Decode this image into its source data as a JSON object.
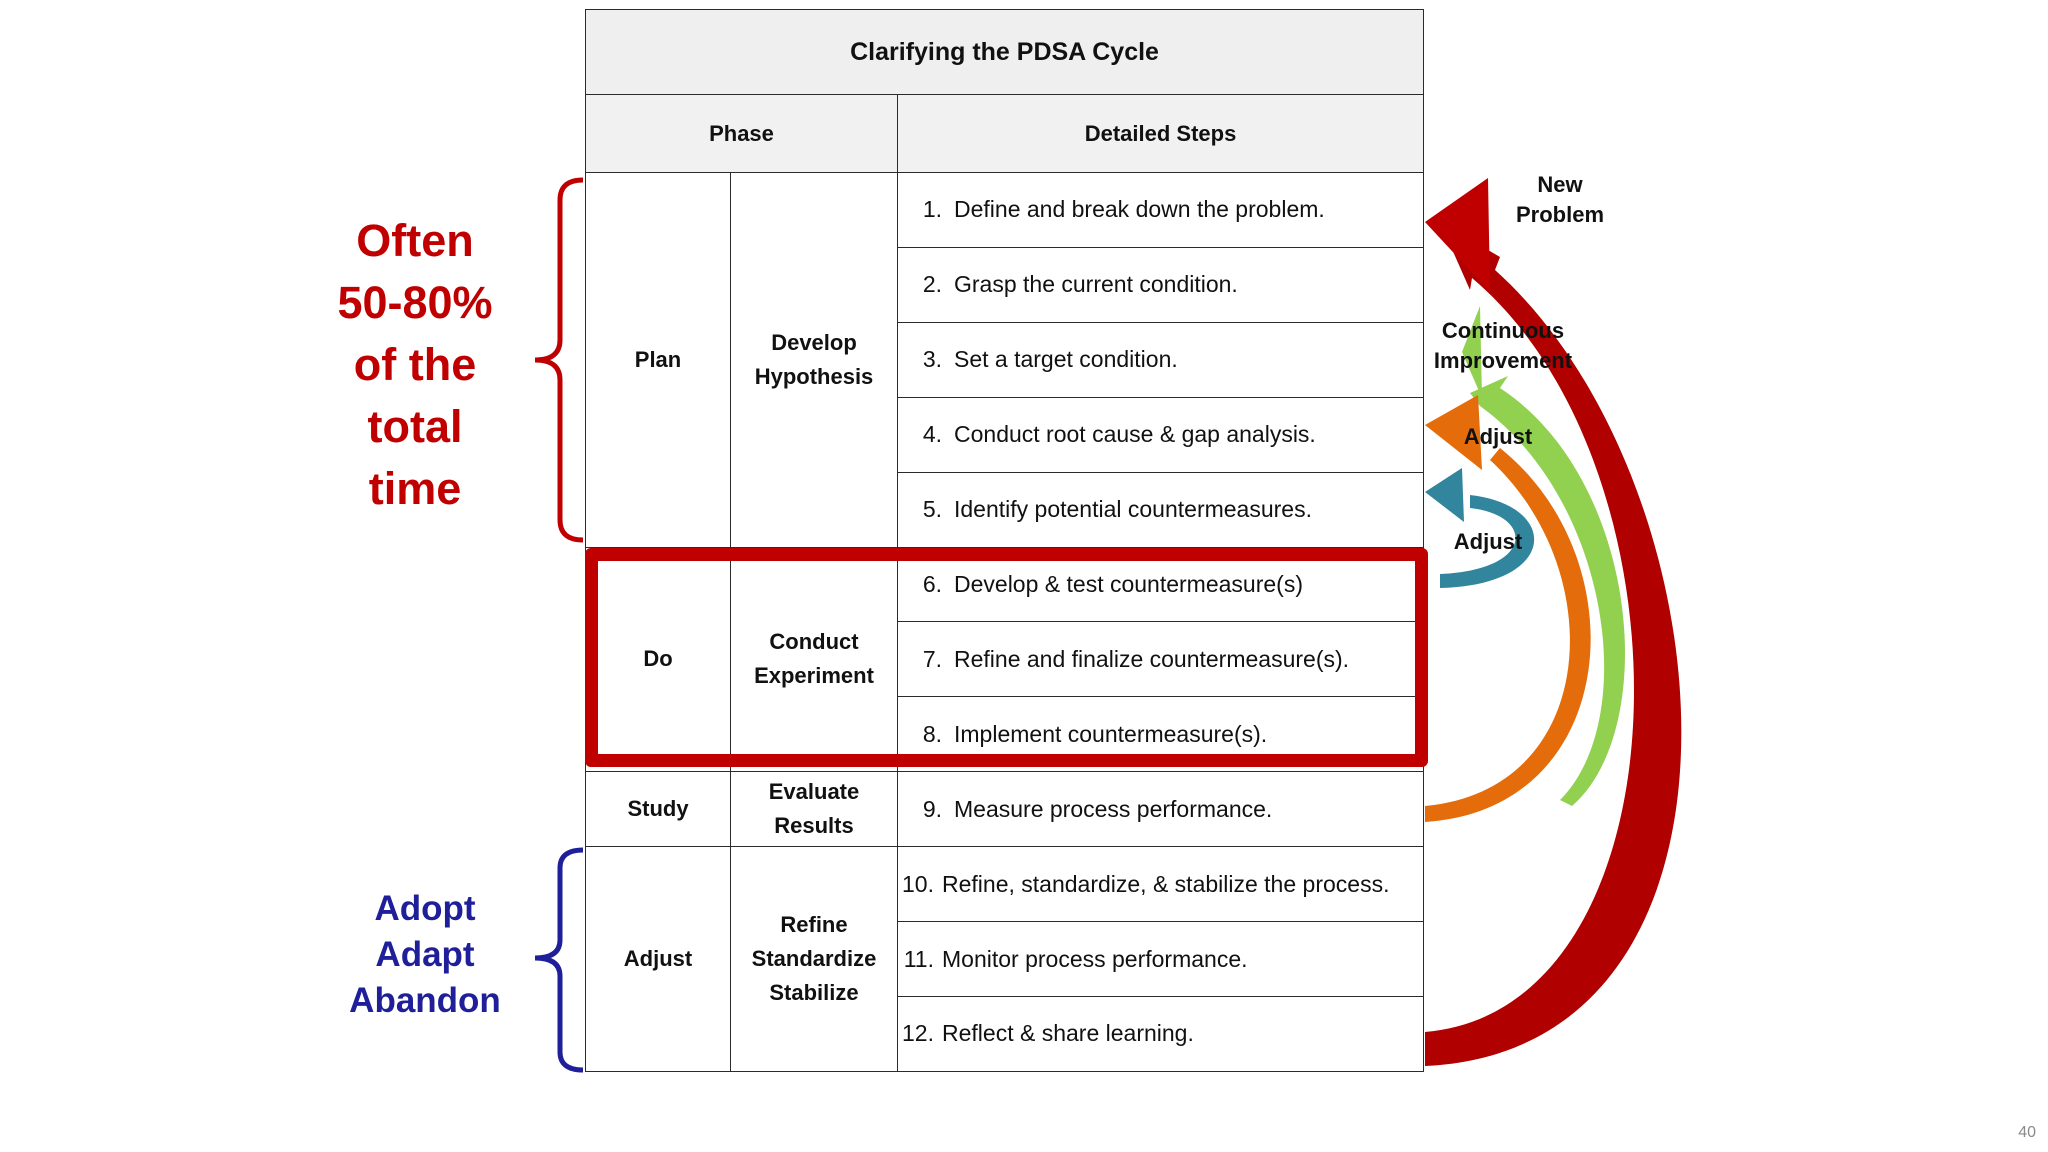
{
  "table": {
    "title": "Clarifying the PDSA Cycle",
    "headers": {
      "phase": "Phase",
      "steps": "Detailed Steps"
    },
    "phases": [
      {
        "name": "Plan",
        "sub": [
          "Develop",
          "Hypothesis"
        ]
      },
      {
        "name": "Do",
        "sub": [
          "Conduct",
          "Experiment"
        ]
      },
      {
        "name": "Study",
        "sub": [
          "Evaluate",
          "Results"
        ]
      },
      {
        "name": "Adjust",
        "sub": [
          "Refine",
          "Standardize",
          "Stabilize"
        ]
      }
    ],
    "steps": [
      {
        "num": "1.",
        "text": "Define and break down the  problem."
      },
      {
        "num": "2.",
        "text": "Grasp the current condition."
      },
      {
        "num": "3.",
        "text": "Set a target condition."
      },
      {
        "num": "4.",
        "text": "Conduct root cause & gap analysis."
      },
      {
        "num": "5.",
        "text": "Identify potential countermeasures."
      },
      {
        "num": "6.",
        "text": "Develop & test countermeasure(s)"
      },
      {
        "num": "7.",
        "text": "Refine and finalize countermeasure(s)."
      },
      {
        "num": "8.",
        "text": "Implement countermeasure(s)."
      },
      {
        "num": "9.",
        "text": "Measure process performance."
      },
      {
        "num": "10.",
        "text": "Refine, standardize, & stabilize the process."
      },
      {
        "num": "11.",
        "text": "Monitor process performance."
      },
      {
        "num": "12.",
        "text": "Reflect & share learning."
      }
    ]
  },
  "annotations": {
    "plan_note": [
      "Often",
      "50-80%",
      "of the",
      "total",
      "time"
    ],
    "adjust_note": [
      "Adopt",
      "Adapt",
      "Abandon"
    ]
  },
  "arrows": {
    "new_problem": [
      "New",
      "Problem"
    ],
    "continuous_improvement": [
      "Continuous",
      "Improvement"
    ],
    "adjust_orange": "Adjust",
    "adjust_blue": "Adjust"
  },
  "colors": {
    "red": "#c00000",
    "dark_red": "#a00000",
    "green": "#92d050",
    "orange": "#e46c0a",
    "teal": "#31859c",
    "navy": "#1f1f99"
  },
  "slide_number": "40"
}
